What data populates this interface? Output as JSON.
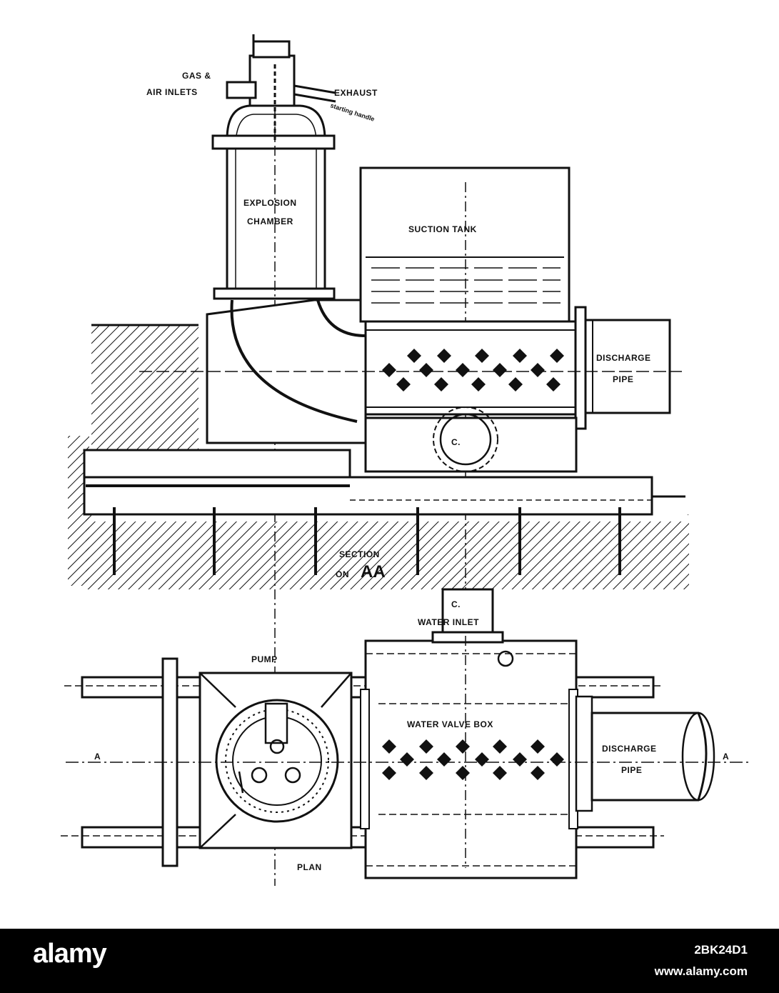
{
  "labels": {
    "gas_air_line1": "GAS &",
    "gas_air_line2": "AIR INLETS",
    "exhaust": "EXHAUST",
    "starting_handle": "starting handle",
    "explosion_line1": "EXPLOSION",
    "explosion_line2": "CHAMBER",
    "suction_tank": "SUCTION TANK",
    "discharge_upper_1": "DISCHARGE",
    "discharge_upper_2": "PIPE",
    "c_upper": "C.",
    "section_line1": "SECTION",
    "section_line2_prefix": "ON",
    "section_line2_letters": "AA",
    "c_lower": "C.",
    "water_inlet": "WATER INLET",
    "pump": "PUMP",
    "water_valve_box": "WATER VALVE BOX",
    "discharge_lower_1": "DISCHARGE",
    "discharge_lower_2": "PIPE",
    "a_left": "A",
    "a_right": "A",
    "plan": "PLAN"
  },
  "footer": {
    "brand": "alamy",
    "image_id": "2BK24D1",
    "site": "www.alamy.com"
  },
  "colors": {
    "ink": "#111111",
    "paper": "#ffffff",
    "footer_bg": "#000000",
    "footer_text": "#ffffff"
  }
}
